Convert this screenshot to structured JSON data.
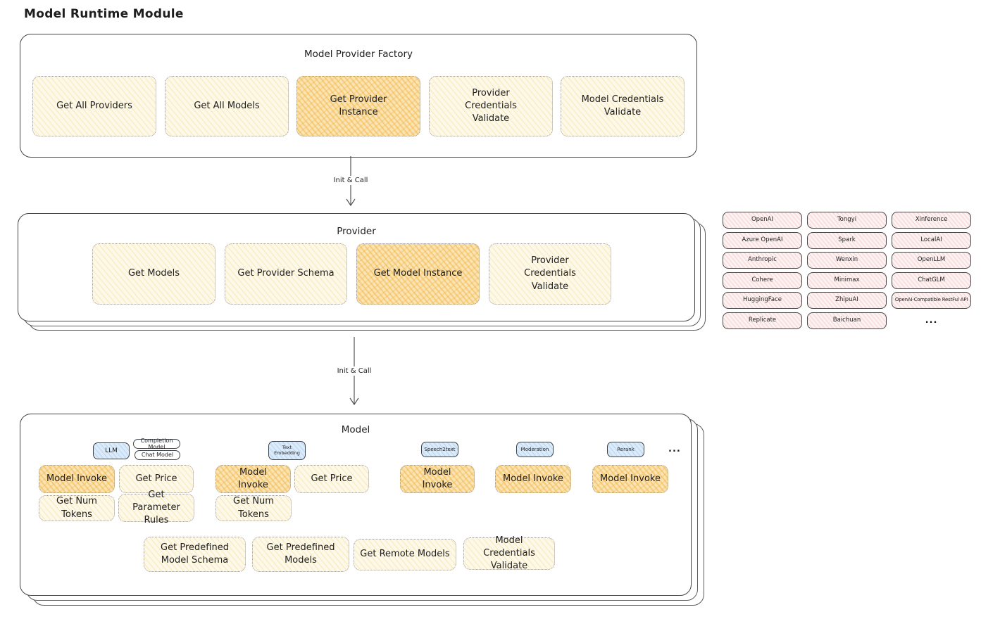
{
  "page_title": "Model Runtime Module",
  "colors": {
    "ink": "#1e1e1e",
    "button_yellow": "#fdf9ea",
    "button_orange": "#fae4b4",
    "pill_blue": "#dcebfa",
    "provider_pink": "#fdf2f2"
  },
  "factory": {
    "title": "Model Provider Factory",
    "buttons": [
      {
        "label": "Get All Providers",
        "highlighted": false
      },
      {
        "label": "Get All Models",
        "highlighted": false
      },
      {
        "label": "Get Provider Instance",
        "highlighted": true
      },
      {
        "label": "Provider Credentials Validate",
        "highlighted": false
      },
      {
        "label": "Model Credentials Validate",
        "highlighted": false
      }
    ]
  },
  "arrows": {
    "init_call_1": "Init & Call",
    "init_call_2": "Init & Call"
  },
  "provider": {
    "title": "Provider",
    "buttons": [
      {
        "label": "Get Models",
        "highlighted": false
      },
      {
        "label": "Get Provider Schema",
        "highlighted": false
      },
      {
        "label": "Get Model Instance",
        "highlighted": true
      },
      {
        "label": "Provider Credentials Validate",
        "highlighted": false
      }
    ]
  },
  "model": {
    "title": "Model",
    "tabs": {
      "llm": "LLM",
      "completion_model": "Completion Model",
      "chat_model": "Chat Model",
      "text_embedding": "Text Embedding",
      "speech2text": "Speech2text",
      "moderation": "Moderation",
      "rerank": "Rerank"
    },
    "tabs_more": "...",
    "buttons": {
      "llm_model_invoke": "Model Invoke",
      "llm_get_price": "Get Price",
      "llm_get_num_tokens": "Get Num Tokens",
      "llm_get_parameter_rules": "Get Parameter Rules",
      "te_model_invoke": "Model Invoke",
      "te_get_price": "Get Price",
      "te_get_num_tokens": "Get Num Tokens",
      "s2t_model_invoke": "Model Invoke",
      "moderation_model_invoke": "Model Invoke",
      "rerank_model_invoke": "Model Invoke",
      "get_predefined_model_schema": "Get Predefined Model Schema",
      "get_predefined_models": "Get Predefined Models",
      "get_remote_models": "Get Remote Models",
      "model_credentials_validate": "Model Credentials Validate"
    }
  },
  "providers_panel": {
    "columns": [
      {
        "items": [
          "OpenAI",
          "Azure OpenAI",
          "Anthropic",
          "Cohere",
          "HuggingFace",
          "Replicate"
        ]
      },
      {
        "items": [
          "Tongyi",
          "Spark",
          "Wenxin",
          "Minimax",
          "ZhipuAI",
          "Baichuan"
        ]
      },
      {
        "items": [
          "Xinference",
          "LocalAI",
          "OpenLLM",
          "ChatGLM",
          "OpenAI-Compatible RestFul API"
        ]
      }
    ],
    "more": "..."
  }
}
